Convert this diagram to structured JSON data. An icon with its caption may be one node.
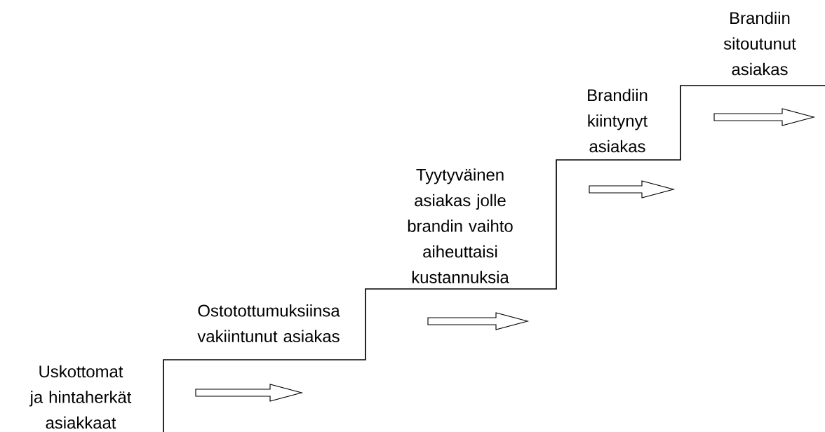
{
  "diagram": {
    "labels": [
      "Uskottomat ja hintaherkät asiakkaat",
      "Ostotottumuksiinsa vakiintunut asiakas",
      "Tyytyväinen asiakas jolle brandin vaihto aiheuttaisi kustannuksia",
      "Brandiin kiintynyt asiakas",
      "Brandiin sitoutunut asiakas"
    ]
  }
}
